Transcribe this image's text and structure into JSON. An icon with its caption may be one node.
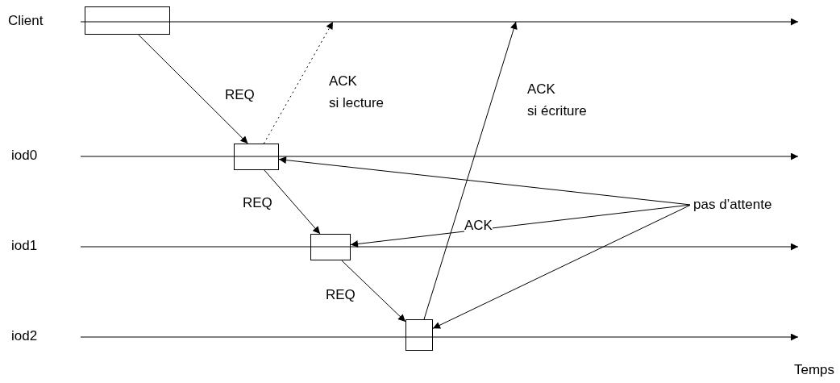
{
  "diagram": {
    "nodes": [
      {
        "text": [],
        "shape": "box"
      },
      {
        "text": [],
        "shape": "box"
      },
      {
        "text": [],
        "shape": "box"
      },
      {
        "text": [],
        "shape": "box"
      },
      {
        "text": [
          "pas d’attente"
        ]
      }
    ],
    "edges": [
      {
        "from": 0,
        "to": 1,
        "arrow": "to",
        "label": "REQ"
      },
      {
        "from": 1,
        "to": null,
        "arrow": "to",
        "label": "ACK si lecture",
        "style": "dashed"
      },
      {
        "from": 1,
        "to": 2,
        "arrow": "to",
        "label": "REQ"
      },
      {
        "from": 2,
        "to": 3,
        "arrow": "to",
        "label": "REQ"
      },
      {
        "from": 3,
        "to": null,
        "arrow": "to",
        "label": "ACK si écriture"
      },
      {
        "from": 4,
        "to": 1,
        "arrow": "to"
      },
      {
        "from": 4,
        "to": 2,
        "arrow": "to",
        "label": "ACK"
      },
      {
        "from": 4,
        "to": 3,
        "arrow": "to"
      }
    ],
    "labels": [
      "Client",
      "iod0",
      "iod1",
      "iod2",
      "Temps"
    ]
  }
}
